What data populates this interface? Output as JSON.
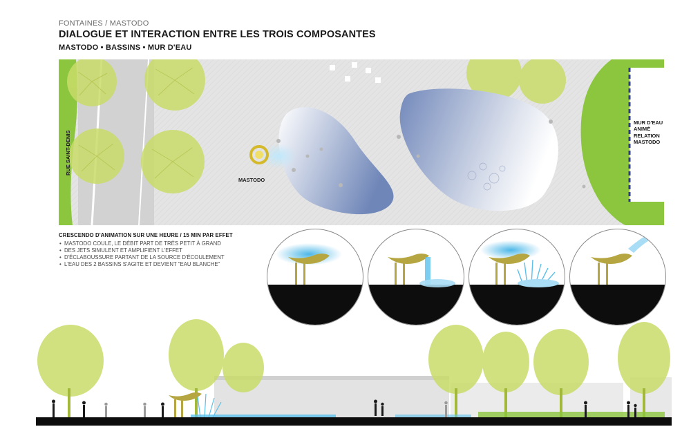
{
  "header": {
    "kicker": "FONTAINES / MASTODO",
    "title": "DIALOGUE ET INTERACTION ENTRE LES TROIS COMPOSANTES",
    "subtitle": "MASTODO • BASSINS • MUR D'EAU"
  },
  "plan": {
    "street_label": "RUE SAINT-DENIS",
    "mastodo_label": "MASTODO",
    "mur_label_lines": [
      "MUR D'EAU",
      "ANIMÉ",
      "RELATION",
      "MASTODO"
    ]
  },
  "animation": {
    "title": "CRESCENDO D'ANIMATION SUR UNE HEURE / 15 MIN PAR EFFET",
    "bullets": [
      "MASTODO COULE, LE DÉBIT PART DE TRÈS PETIT À GRAND",
      "DES JETS SIMULENT ET AMPLIFIENT L'EFFET",
      "D'ÉCLABOUSSURE PARTANT DE LA SOURCE D'ÉCOULEMENT",
      "L'EAU DES 2 BASSINS S'AGITE ET DEVIENT \"EAU BLANCHE\""
    ],
    "stages": [
      {
        "effect": "mist-cloud"
      },
      {
        "effect": "pouring-stream"
      },
      {
        "effect": "splash-jets"
      },
      {
        "effect": "wall-cascade"
      }
    ]
  },
  "colors": {
    "lawn": "#8cc63f",
    "tree_canopy": "#c9dc6a",
    "pool_blue": "#6f86b8",
    "water_light": "#5bc0eb",
    "sculpture_gold": "#b5a642",
    "ground": "#0d0d0d"
  }
}
